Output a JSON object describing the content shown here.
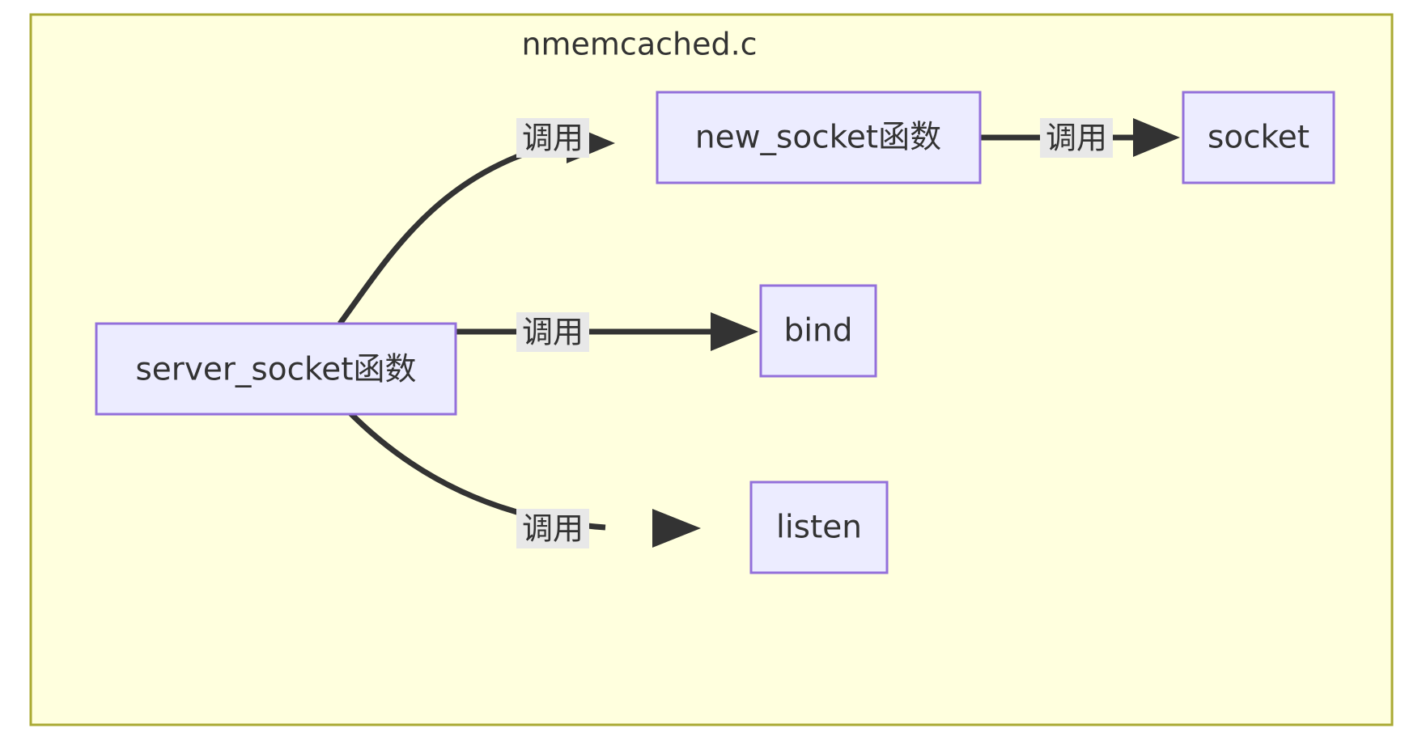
{
  "diagram": {
    "type": "call-graph",
    "cluster": {
      "title": "nmemcached.c",
      "fill_color": "#ffffde",
      "border_color": "#aaaa33"
    },
    "node_style": {
      "fill_color": "#ececff",
      "border_color": "#9370db",
      "text_color": "#333333"
    },
    "edge_style": {
      "line_color": "#333333",
      "label_bg_color": "#e8e8e8"
    },
    "nodes": [
      {
        "id": "server_socket",
        "label": "server_socket函数"
      },
      {
        "id": "new_socket",
        "label": "new_socket函数"
      },
      {
        "id": "socket",
        "label": "socket"
      },
      {
        "id": "bind",
        "label": "bind"
      },
      {
        "id": "listen",
        "label": "listen"
      }
    ],
    "edges": [
      {
        "from": "server_socket",
        "to": "new_socket",
        "label": "调用"
      },
      {
        "from": "new_socket",
        "to": "socket",
        "label": "调用"
      },
      {
        "from": "server_socket",
        "to": "bind",
        "label": "调用"
      },
      {
        "from": "server_socket",
        "to": "listen",
        "label": "调用"
      }
    ]
  }
}
